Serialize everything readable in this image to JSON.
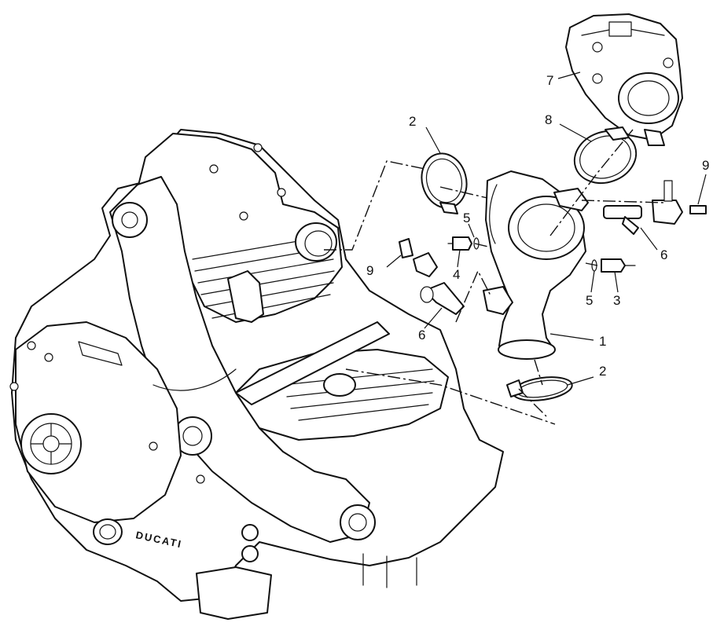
{
  "brand": {
    "crankcase_text": "DUCATI"
  },
  "callouts": [
    {
      "id": "1a",
      "label": "1"
    },
    {
      "id": "2a",
      "label": "2"
    },
    {
      "id": "2b",
      "label": "2"
    },
    {
      "id": "3a",
      "label": "3"
    },
    {
      "id": "4a",
      "label": "4"
    },
    {
      "id": "5a",
      "label": "5"
    },
    {
      "id": "5b",
      "label": "5"
    },
    {
      "id": "6a",
      "label": "6"
    },
    {
      "id": "6b",
      "label": "6"
    },
    {
      "id": "7a",
      "label": "7"
    },
    {
      "id": "8a",
      "label": "8"
    },
    {
      "id": "9a",
      "label": "9"
    },
    {
      "id": "9b",
      "label": "9"
    }
  ]
}
